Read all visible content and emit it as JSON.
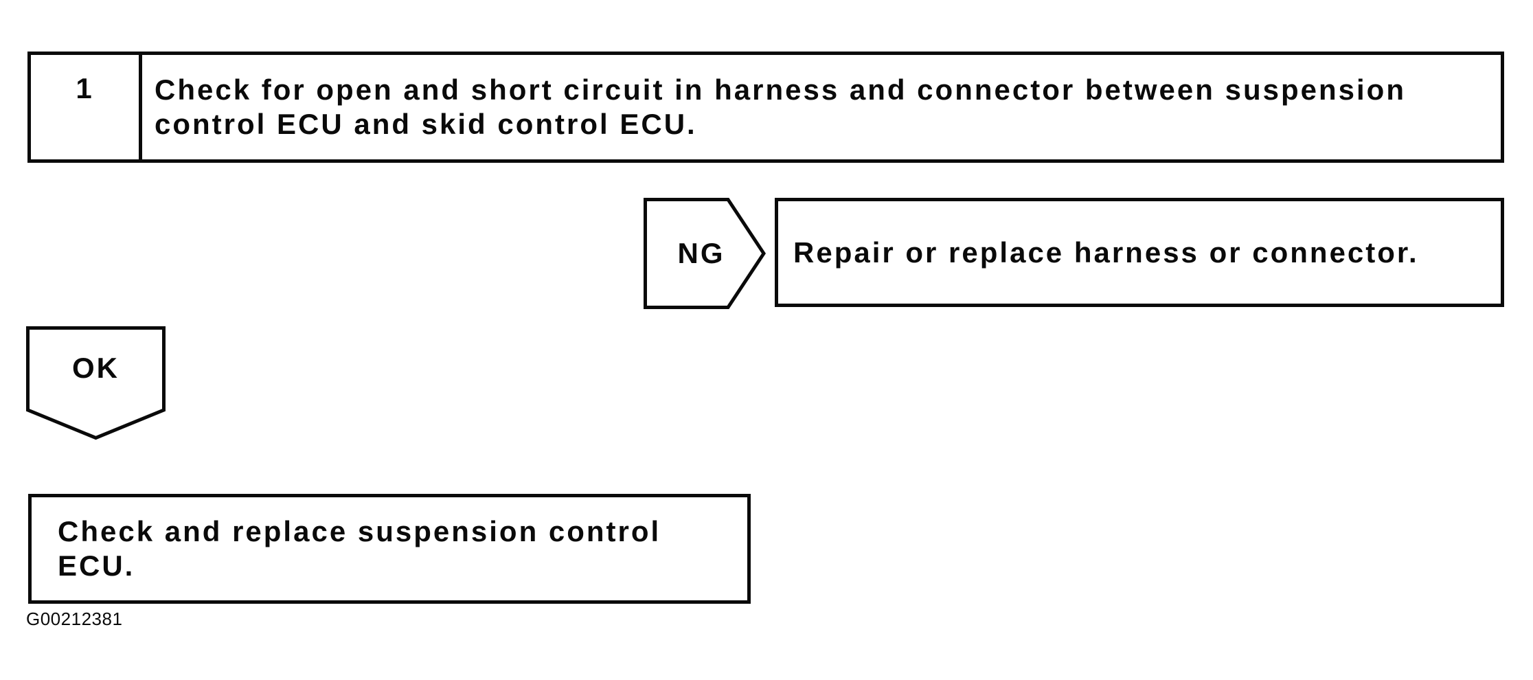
{
  "flowchart": {
    "step1": {
      "number": "1",
      "instruction": "Check for open and short circuit in harness and connector between suspension control ECU and skid control ECU."
    },
    "ng_branch": {
      "label": "NG",
      "action": "Repair or replace harness or connector."
    },
    "ok_branch": {
      "label": "OK"
    },
    "final_action": "Check and replace suspension control ECU.",
    "figure_id": "G00212381"
  },
  "colors": {
    "background": "#ffffff",
    "line": "#0a0a0a",
    "text": "#0a0a0a"
  }
}
